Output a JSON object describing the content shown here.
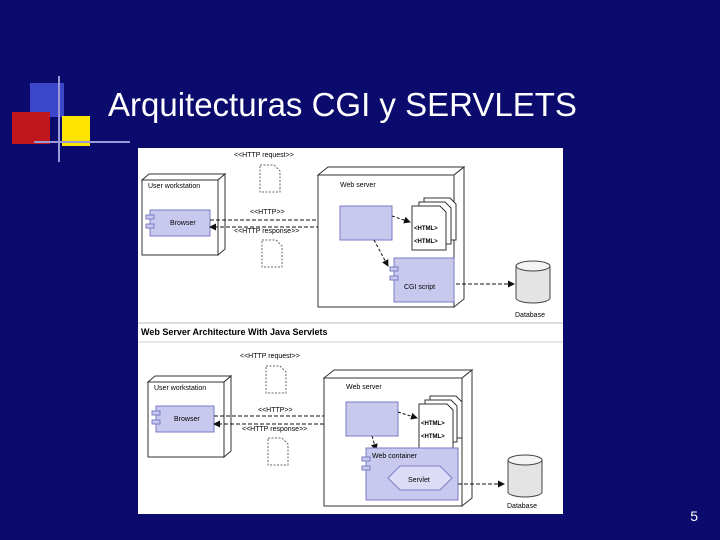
{
  "slide": {
    "title": "Arquitecturas CGI y SERVLETS",
    "page_number": "5",
    "colors": {
      "background": "#0b0b6e",
      "deco_blue": "#3c46c8",
      "deco_red": "#c0161c",
      "deco_yellow": "#ffe400",
      "node_fill": "#c9c9ef"
    }
  },
  "cgi_diagram": {
    "http_request": "<<HTTP request>>",
    "user_workstation": "User workstation",
    "browser": "Browser",
    "http": "<<HTTP>>",
    "http_response": "<<HTTP response>>",
    "web_server": "Web server",
    "server_component": "",
    "html_page_1": "<HTML>",
    "html_page_2": "<HTML>",
    "cgi_script": "CGI script",
    "database": "Database"
  },
  "servlet_diagram": {
    "heading": "Web Server Architecture With Java Servlets",
    "http_request": "<<HTTP request>>",
    "user_workstation": "User workstation",
    "browser": "Browser",
    "http": "<<HTTP>>",
    "http_response": "<<HTTP response>>",
    "web_server": "Web server",
    "server_component": "",
    "html_page_1": "<HTML>",
    "html_page_2": "<HTML>",
    "web_container": "Web container",
    "servlet": "Servlet",
    "database": "Database"
  }
}
